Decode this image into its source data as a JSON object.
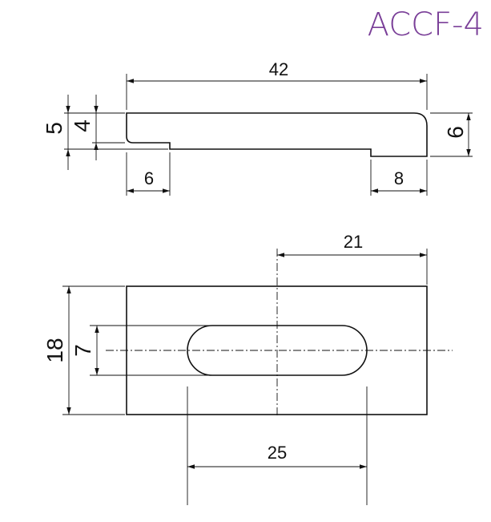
{
  "title": "ACCF-4",
  "side_view": {
    "length": "42",
    "height_total": "5",
    "height_inner": "4",
    "height_right": "6",
    "step_left": "6",
    "step_right": "8"
  },
  "top_view": {
    "width": "18",
    "slot_width": "7",
    "offset": "21",
    "slot_length": "25"
  }
}
